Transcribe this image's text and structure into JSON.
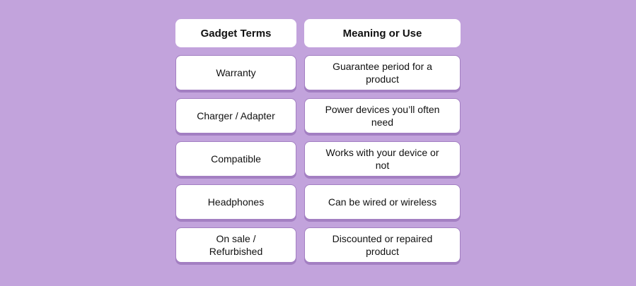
{
  "table": {
    "headers": [
      "Gadget Terms",
      "Meaning or Use"
    ],
    "rows": [
      [
        "Warranty",
        "Guarantee period for a product"
      ],
      [
        "Charger / Adapter",
        "Power devices you’ll often need"
      ],
      [
        "Compatible",
        "Works with your device or not"
      ],
      [
        "Headphones",
        "Can be wired or wireless"
      ],
      [
        "On sale / Refurbished",
        "Discounted or repaired product"
      ]
    ]
  },
  "colors": {
    "background": "#c2a3dc",
    "cell": "#ffffff",
    "shadow": "#a37fc2"
  }
}
